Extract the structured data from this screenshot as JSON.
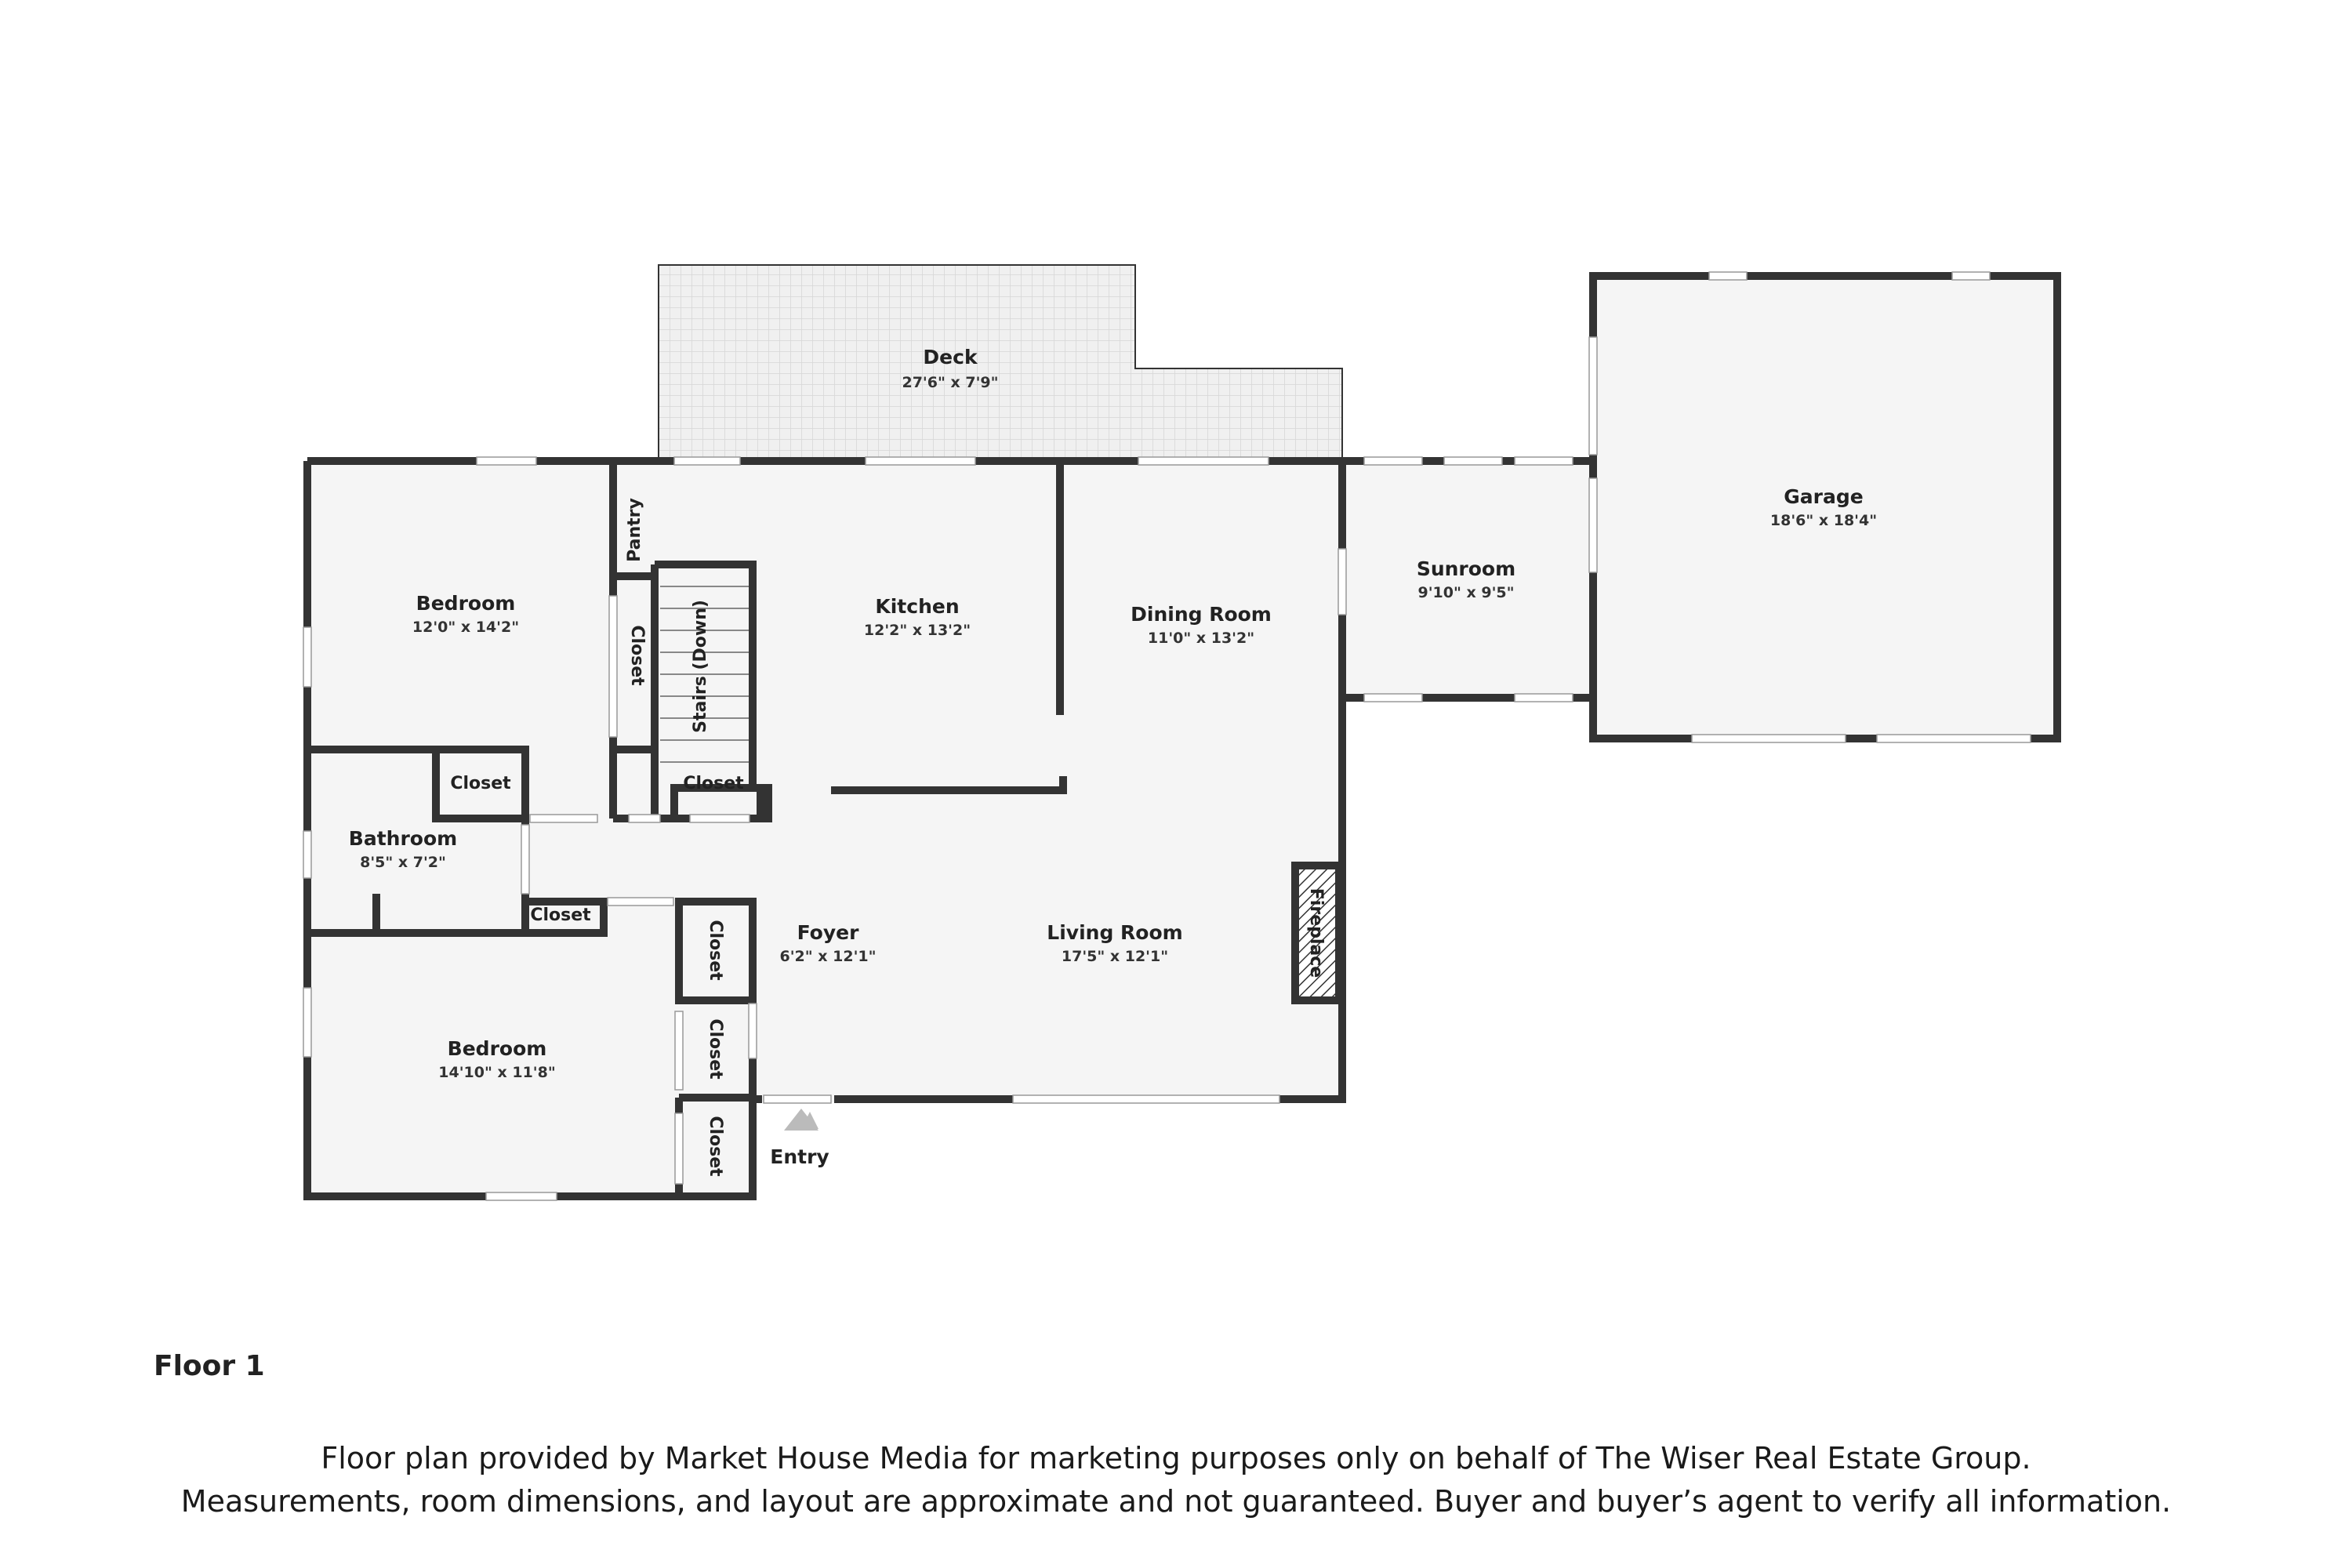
{
  "rooms": {
    "deck": {
      "name": "Deck",
      "dim": "27'6\" x 7'9\""
    },
    "garage": {
      "name": "Garage",
      "dim": "18'6\" x 18'4\""
    },
    "sunroom": {
      "name": "Sunroom",
      "dim": "9'10\" x 9'5\""
    },
    "kitchen": {
      "name": "Kitchen",
      "dim": "12'2\" x 13'2\""
    },
    "dining": {
      "name": "Dining Room",
      "dim": "11'0\" x 13'2\""
    },
    "bedroom1": {
      "name": "Bedroom",
      "dim": "12'0\" x 14'2\""
    },
    "bathroom": {
      "name": "Bathroom",
      "dim": "8'5\" x 7'2\""
    },
    "bedroom2": {
      "name": "Bedroom",
      "dim": "14'10\" x 11'8\""
    },
    "foyer": {
      "name": "Foyer",
      "dim": "6'2\" x 12'1\""
    },
    "living": {
      "name": "Living Room",
      "dim": "17'5\" x 12'1\""
    }
  },
  "labels": {
    "pantry": "Pantry",
    "closet": "Closet",
    "stairs": "Stairs (Down)",
    "fireplace": "Fireplace",
    "entry": "Entry"
  },
  "floor_label": "Floor 1",
  "disclaimer": {
    "line1": "Floor plan provided by Market House Media for marketing purposes only on behalf of The Wiser Real Estate Group.",
    "line2": "Measurements, room dimensions, and layout are approximate and not guaranteed. Buyer and buyer’s agent to verify all information."
  },
  "colors": {
    "wall": "#333333",
    "floor": "#f5f5f5",
    "deck": "#f0f0f0",
    "window": "#ffffff"
  }
}
